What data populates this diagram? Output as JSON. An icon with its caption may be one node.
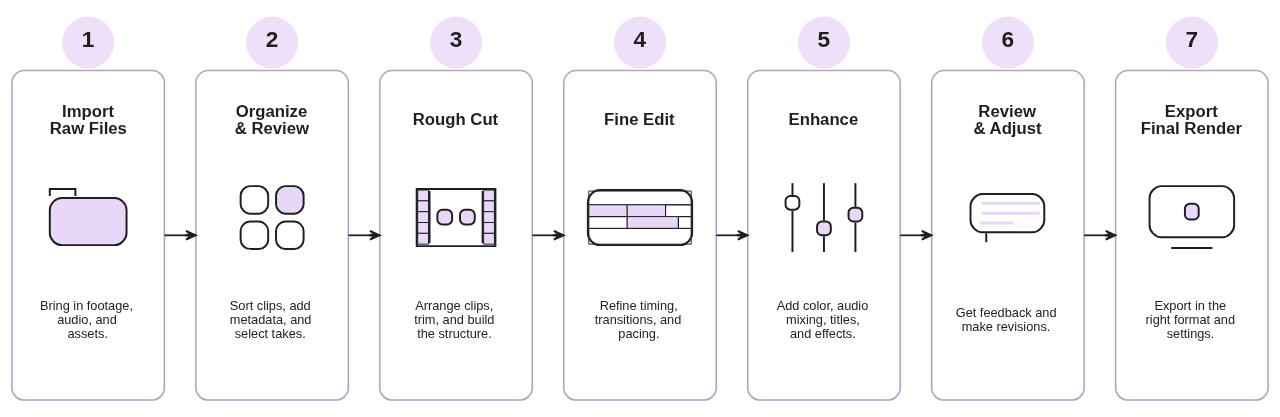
{
  "diagram": {
    "nodes": [
      {
        "text": [
          "1"
        ]
      },
      {
        "text": [
          "Import Raw Files",
          "Bring in footage, audio, and assets."
        ]
      },
      {
        "text": [
          "2"
        ]
      },
      {
        "text": [
          "Organize & Review",
          "Sort clips, add metadata, and select takes."
        ]
      },
      {
        "text": [
          "3"
        ]
      },
      {
        "text": [
          "Rough Cut",
          "Arrange clips, trim, and build the structure."
        ]
      },
      {
        "text": [
          "4"
        ]
      },
      {
        "text": [
          "Fine Edit",
          "Refine timing, transitions, and pacing."
        ]
      },
      {
        "text": [
          "5"
        ]
      },
      {
        "text": [
          "Enhance",
          "Add color, audio mixing, titles, and effects."
        ]
      },
      {
        "text": [
          "6"
        ]
      },
      {
        "text": [
          "Review & Adjust",
          "Get feedback and make revisions."
        ]
      },
      {
        "text": [
          "7"
        ]
      },
      {
        "text": [
          "Export Final Render",
          "Export in the right format and settings."
        ]
      }
    ],
    "edges": [
      {
        "from": 1,
        "to": 3,
        "arrow": "to"
      },
      {
        "from": 3,
        "to": 5,
        "arrow": "to"
      },
      {
        "from": 5,
        "to": 7,
        "arrow": "to"
      },
      {
        "from": 7,
        "to": 9,
        "arrow": "to"
      },
      {
        "from": 9,
        "to": 11,
        "arrow": "to"
      },
      {
        "from": 11,
        "to": 13,
        "arrow": "to"
      }
    ]
  }
}
